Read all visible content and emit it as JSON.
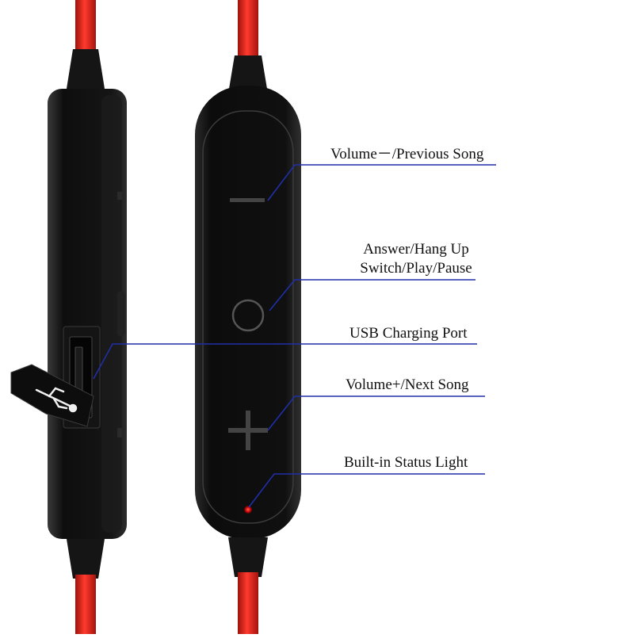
{
  "labels": {
    "volume_minus": "Volume－/Previous Song",
    "answer_line1": "Answer/Hang Up",
    "answer_line2": "Switch/Play/Pause",
    "usb_port": "USB Charging Port",
    "volume_plus": "Volume+/Next Song",
    "status_light": "Built-in Status Light"
  },
  "colors": {
    "cable": "#e0211a",
    "body": "#121212",
    "leader_line": "#1f2fa8",
    "status_led": "#ff1a1a"
  },
  "icons": {
    "usb_symbol": "usb-icon",
    "minus_button": "minus-icon",
    "plus_button": "plus-icon",
    "center_button": "circle-button-icon"
  }
}
